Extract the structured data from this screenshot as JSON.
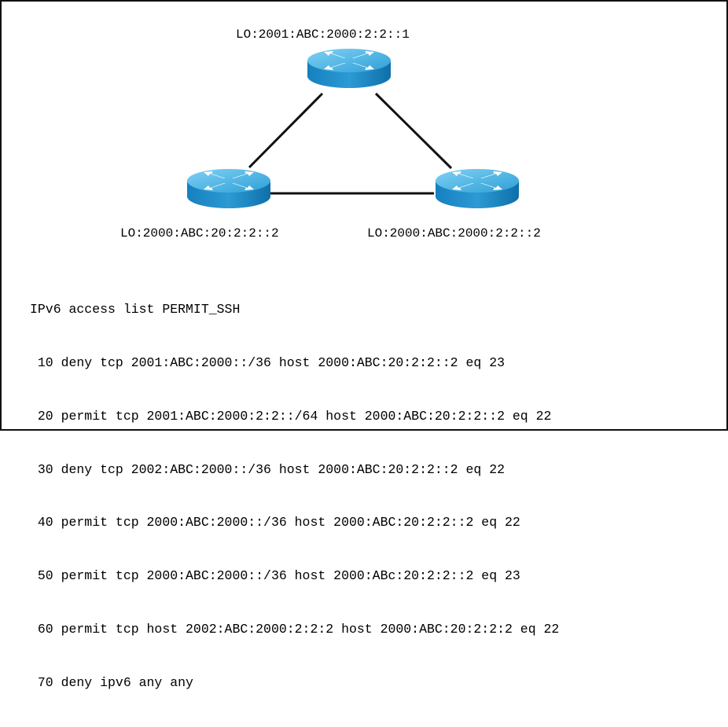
{
  "routers": [
    {
      "id": "r-top",
      "label": "LO:2001:ABC:2000:2:2::1"
    },
    {
      "id": "r-left",
      "label": "LO:2000:ABC:20:2:2::2"
    },
    {
      "id": "r-right",
      "label": "LO:2000:ABC:2000:2:2::2"
    }
  ],
  "acl": {
    "header": "IPv6 access list PERMIT_SSH",
    "entries": [
      " 10 deny tcp 2001:ABC:2000::/36 host 2000:ABC:20:2:2::2 eq 23",
      " 20 permit tcp 2001:ABC:2000:2:2::/64 host 2000:ABC:20:2:2::2 eq 22",
      " 30 deny tcp 2002:ABC:2000::/36 host 2000:ABC:20:2:2::2 eq 22",
      " 40 permit tcp 2000:ABC:2000::/36 host 2000:ABC:20:2:2::2 eq 22",
      " 50 permit tcp 2000:ABC:2000::/36 host 2000:ABc:20:2:2::2 eq 23",
      " 60 permit tcp host 2002:ABC:2000:2:2:2 host 2000:ABC:20:2:2:2 eq 22",
      " 70 deny ipv6 any any"
    ]
  },
  "colors": {
    "router_top": "#4fb8e8",
    "router_side": "#1a7fb8",
    "link": "#111111"
  }
}
